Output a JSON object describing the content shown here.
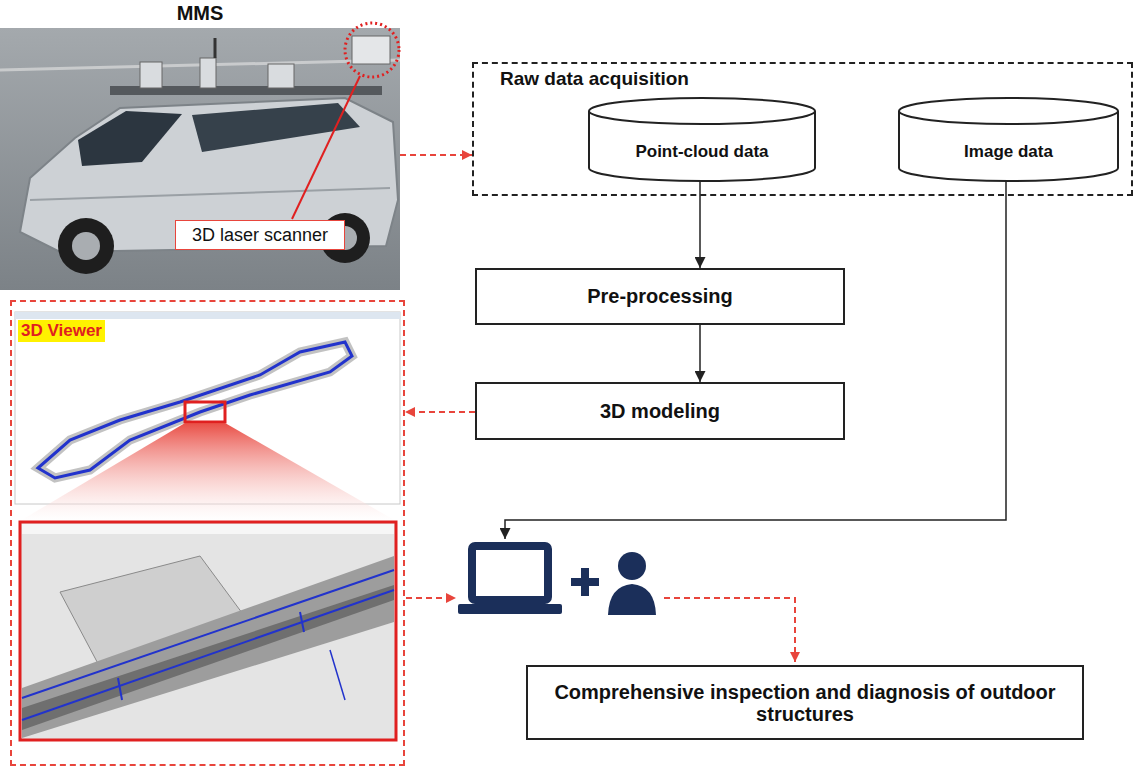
{
  "diagram": {
    "nodes": [
      {
        "text": [
          "MMS"
        ]
      },
      {
        "text": [
          "3D laser scanner"
        ],
        "in": 0
      },
      {
        "text": [
          "Raw data acquisition"
        ]
      },
      {
        "text": [
          "Point-cloud data"
        ],
        "in": 2
      },
      {
        "text": [
          "Image data"
        ],
        "in": 2
      },
      {
        "text": [
          "Pre-processing"
        ]
      },
      {
        "text": [
          "3D modeling"
        ]
      },
      {
        "text": [
          "3D Viewer"
        ]
      },
      {
        "text": [
          "Comprehensive inspection and diagnosis of outdoor structures"
        ]
      }
    ],
    "edges": [
      {
        "from": 0,
        "to": 2,
        "arrow": "to"
      },
      {
        "from": 3,
        "to": 5,
        "arrow": "to"
      },
      {
        "from": 5,
        "to": 6,
        "arrow": "to"
      },
      {
        "from": 6,
        "to": 7,
        "arrow": "to"
      }
    ]
  }
}
